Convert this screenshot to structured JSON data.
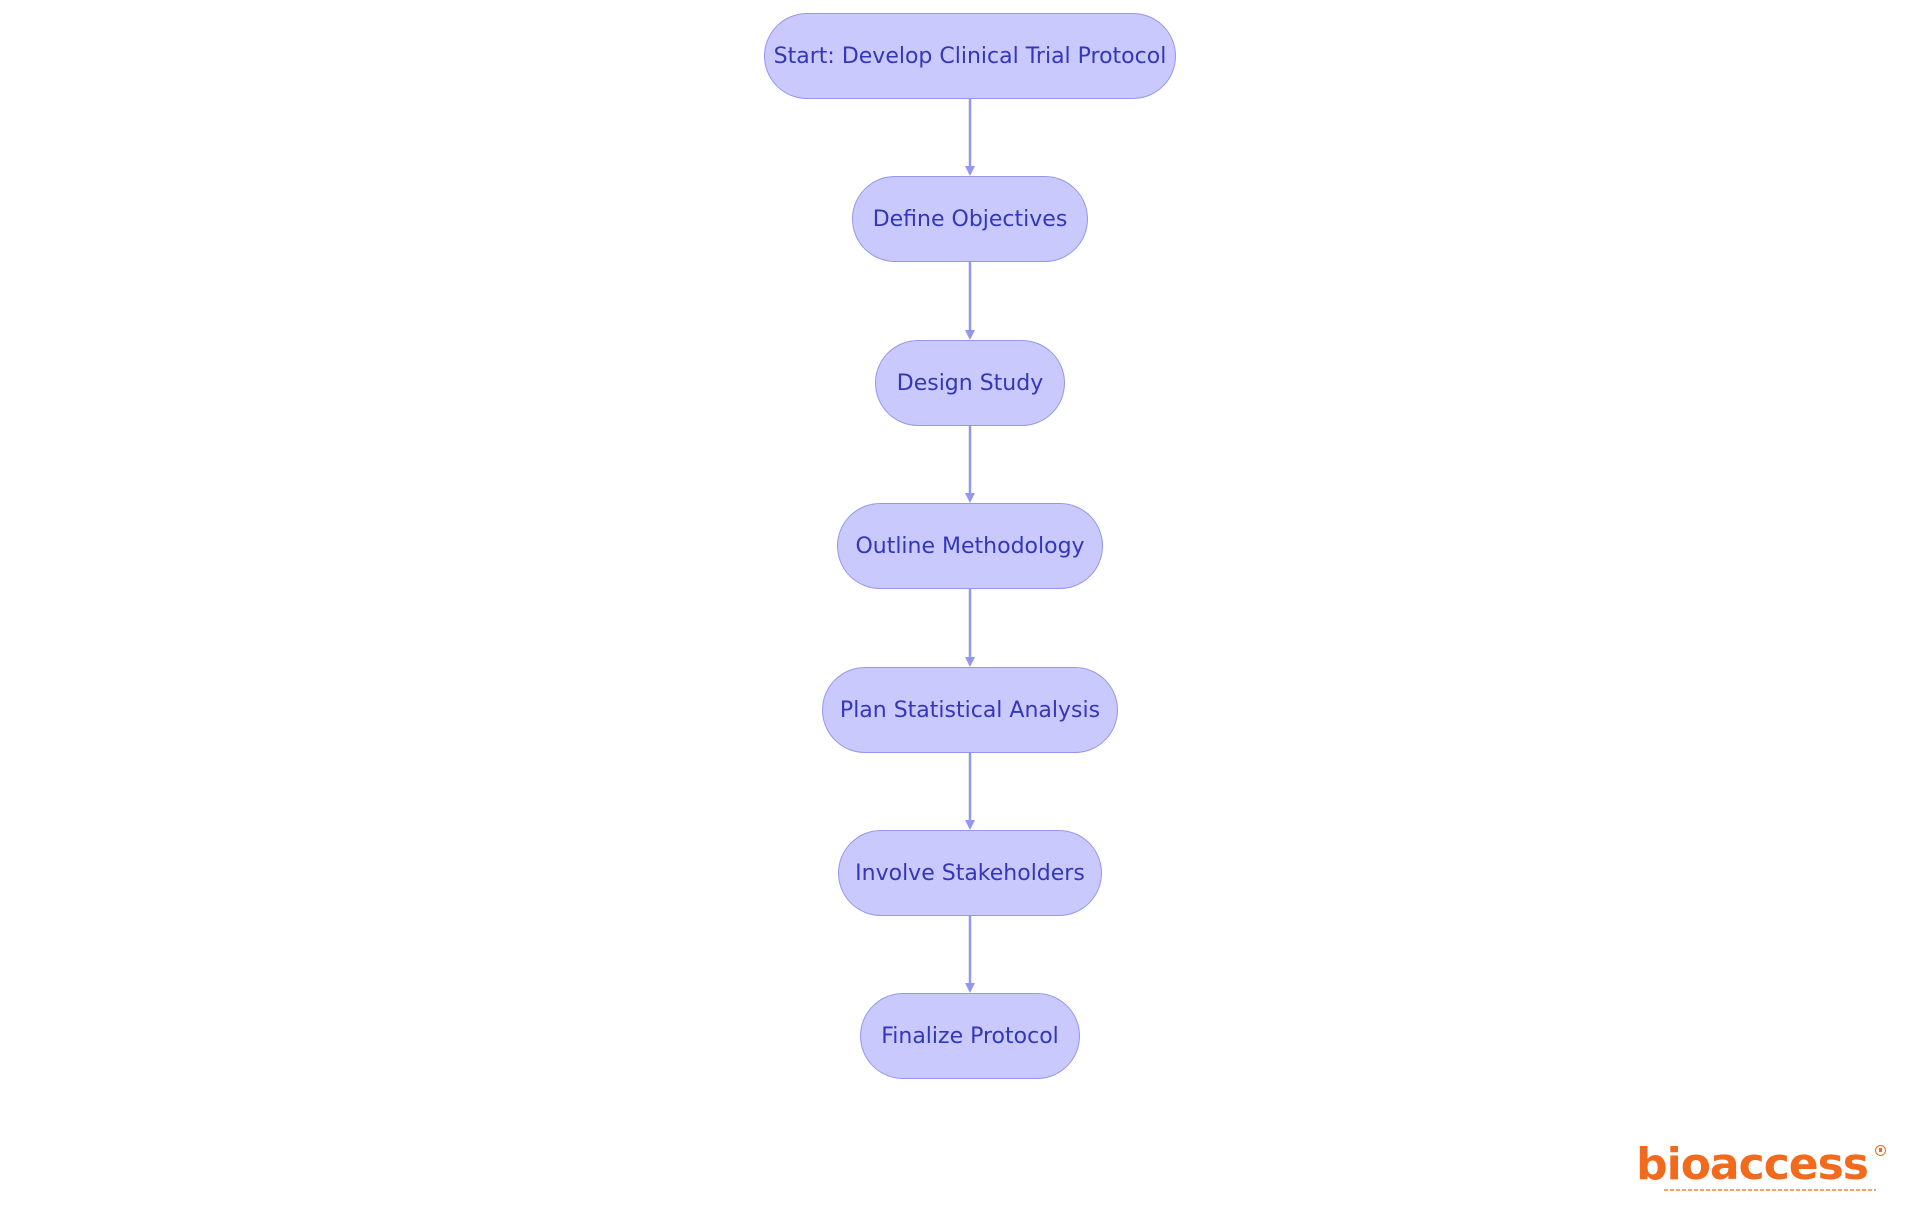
{
  "diagram": {
    "nodes": [
      {
        "id": "start",
        "label": "Start: Develop Clinical Trial Protocol"
      },
      {
        "id": "objectives",
        "label": "Define Objectives"
      },
      {
        "id": "design",
        "label": "Design Study"
      },
      {
        "id": "methodology",
        "label": "Outline Methodology"
      },
      {
        "id": "statistics",
        "label": "Plan Statistical Analysis"
      },
      {
        "id": "stakeholders",
        "label": "Involve Stakeholders"
      },
      {
        "id": "finalize",
        "label": "Finalize Protocol"
      }
    ],
    "edges": [
      {
        "from": "start",
        "to": "objectives"
      },
      {
        "from": "objectives",
        "to": "design"
      },
      {
        "from": "design",
        "to": "methodology"
      },
      {
        "from": "methodology",
        "to": "statistics"
      },
      {
        "from": "statistics",
        "to": "stakeholders"
      },
      {
        "from": "stakeholders",
        "to": "finalize"
      }
    ],
    "colors": {
      "node_fill": "#c9c9fd",
      "node_stroke": "#9597ee",
      "node_text": "#3337b8",
      "edge": "#9597ee"
    }
  },
  "logo": {
    "text": "bioaccess",
    "color": "#f26a1b",
    "icon": "registered-mark-icon"
  }
}
